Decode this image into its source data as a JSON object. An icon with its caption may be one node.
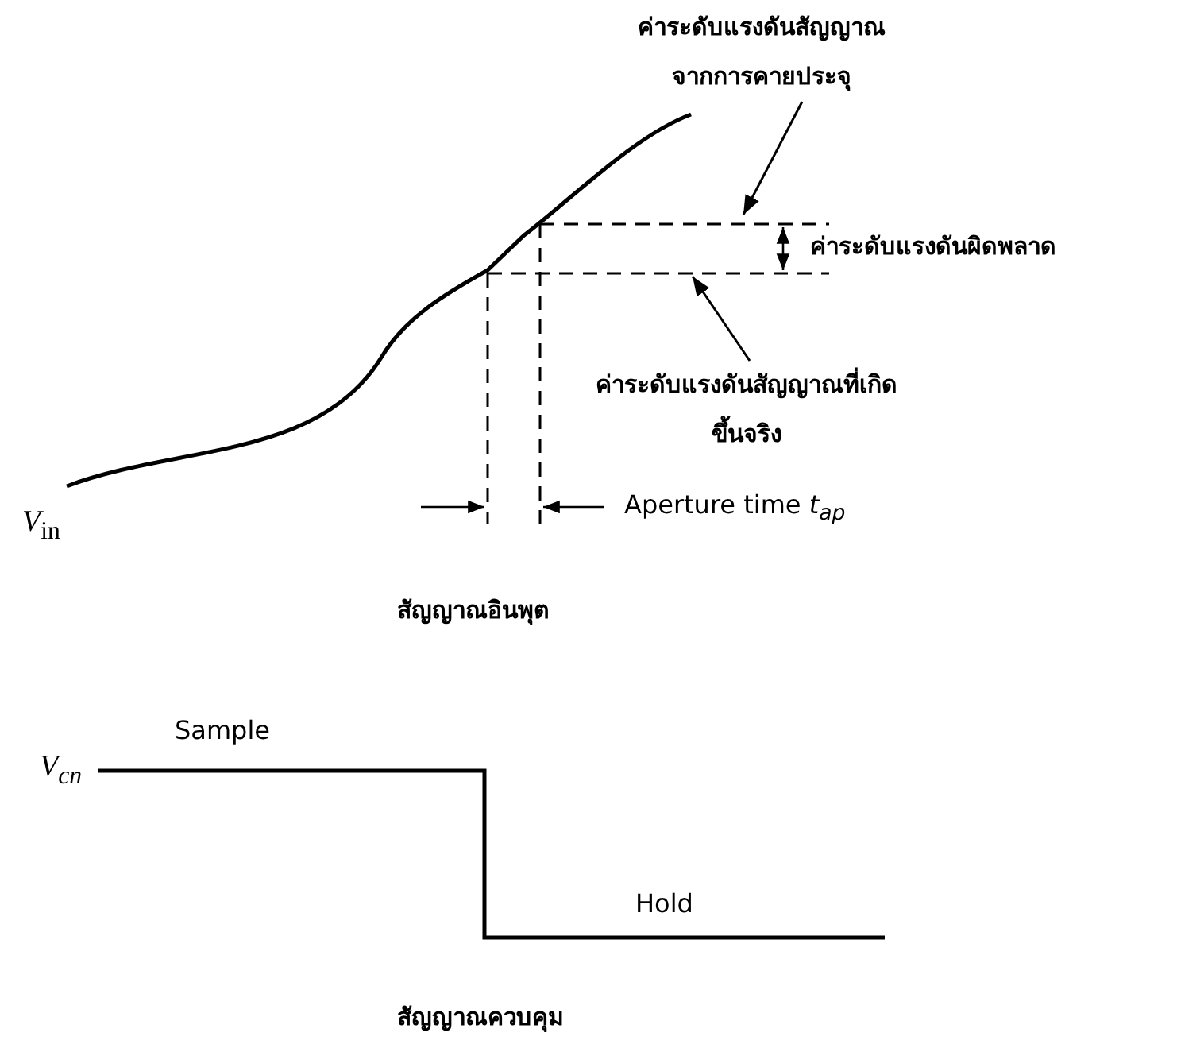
{
  "diagram": {
    "nodes": [
      {
        "text": [
          "ค่าระดับแรงดันสัญญาณจากการคายประจุ"
        ]
      },
      {
        "text": [
          "ค่าระดับแรงดันสัญญาณที่เกิดขึ้นจริง"
        ]
      }
    ],
    "edges": [
      {
        "from": 0,
        "to": null,
        "arrow": "to"
      },
      {
        "from": 1,
        "to": null,
        "arrow": "to"
      }
    ],
    "labels": [
      "ค่าระดับแรงดันผิดพลาด",
      "*V*$_{in}$",
      "Aperture time *t*$_{ap}$",
      "สัญญาณอินพุต",
      "*V*$_{cn}$",
      "Sample",
      "Hold",
      "สัญญาณควบคุม"
    ]
  }
}
